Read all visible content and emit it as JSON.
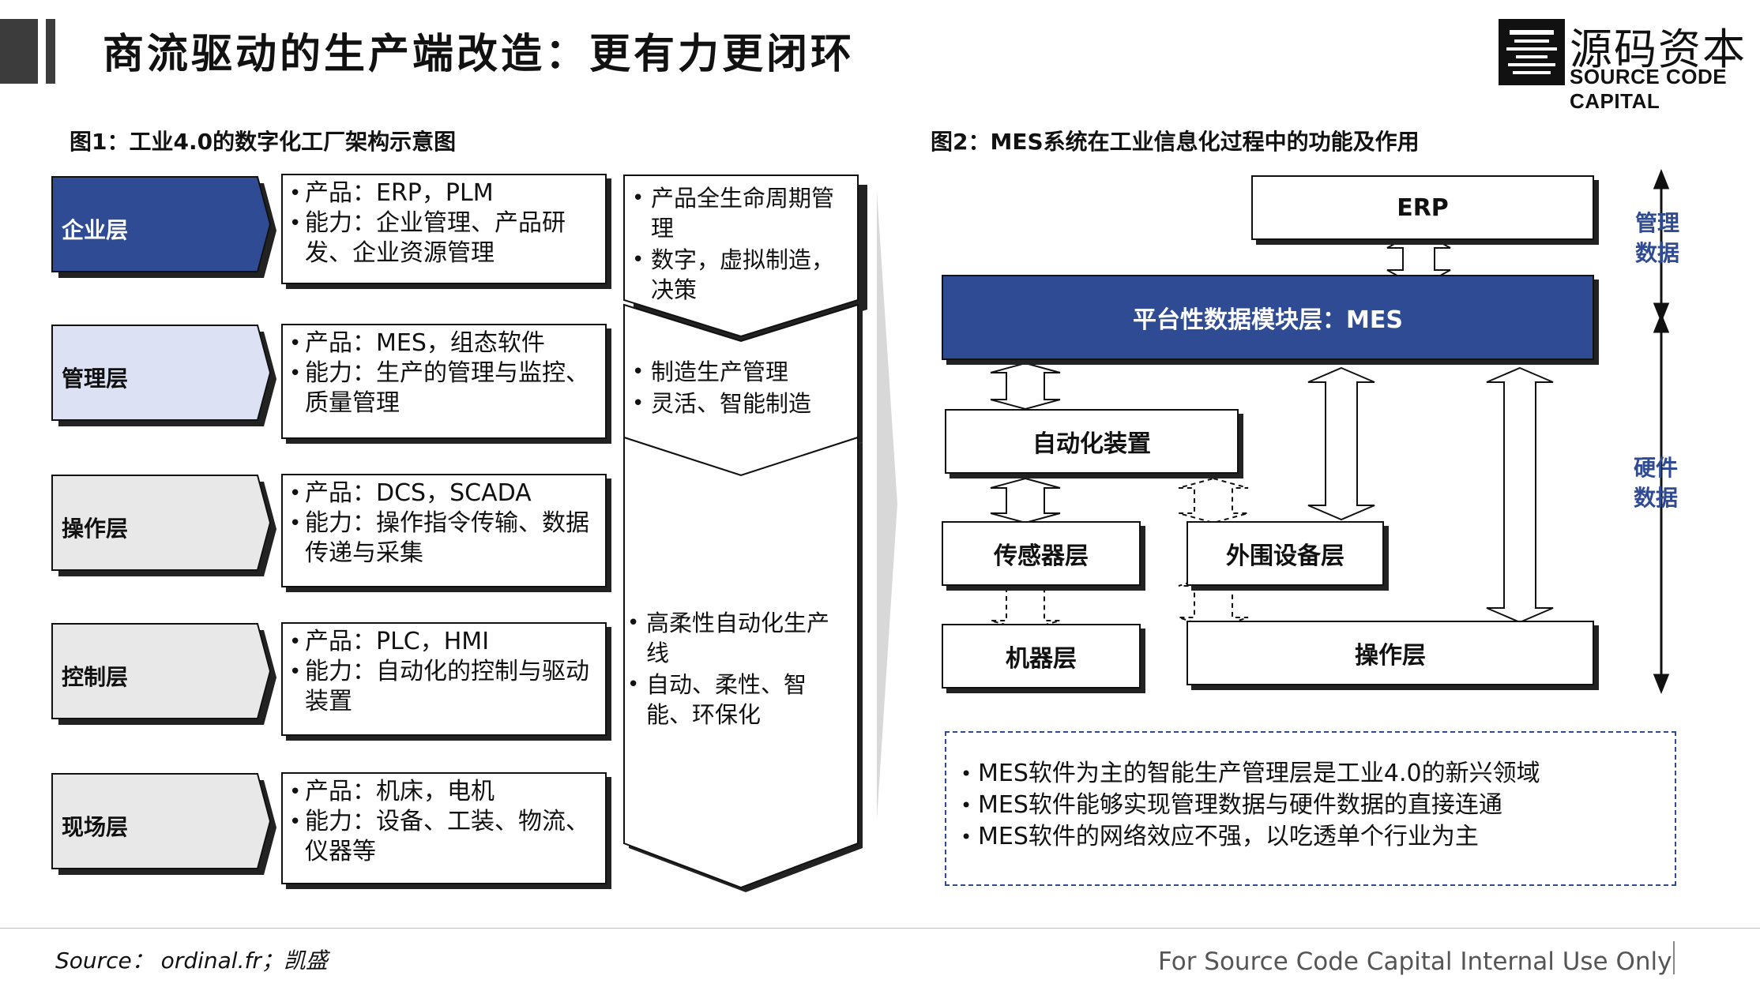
{
  "header": {
    "title": "商流驱动的生产端改造：更有力更闭环",
    "brand_zh": "源码资本",
    "brand_en": "SOURCE CODE CAPITAL"
  },
  "fig1": {
    "title": "图1：工业4.0的数字化工厂架构示意图",
    "layers": [
      {
        "label": "企业层",
        "fill": "#2e4b93",
        "text_color": "#ffffff",
        "items": [
          "产品：ERP，PLM",
          "能力：企业管理、产品研发、企业资源管理"
        ]
      },
      {
        "label": "管理层",
        "fill": "#dce2f3",
        "text_color": "#111111",
        "items": [
          "产品：MES，组态软件",
          "能力：生产的管理与监控、质量管理"
        ]
      },
      {
        "label": "操作层",
        "fill": "#e8e8e8",
        "text_color": "#111111",
        "items": [
          "产品：DCS，SCADA",
          "能力：操作指令传输、数据传递与采集"
        ]
      },
      {
        "label": "控制层",
        "fill": "#e8e8e8",
        "text_color": "#111111",
        "items": [
          "产品：PLC，HMI",
          "能力：自动化的控制与驱动装置"
        ]
      },
      {
        "label": "现场层",
        "fill": "#e8e8e8",
        "text_color": "#111111",
        "items": [
          "产品：机床，电机",
          "能力：设备、工装、物流、仪器等"
        ]
      }
    ],
    "features": [
      {
        "items": [
          "产品全生命周期管理",
          "数字，虚拟制造，决策"
        ]
      },
      {
        "items": [
          "制造生产管理",
          "灵活、智能制造"
        ]
      },
      {
        "items": [
          "高柔性自动化生产线",
          "自动、柔性、智能、环保化"
        ]
      }
    ]
  },
  "fig2": {
    "title": "图2：MES系统在工业信息化过程中的功能及作用",
    "erp": "ERP",
    "mes": "平台性数据模块层：MES",
    "automation": "自动化装置",
    "sensor": "传感器层",
    "peripheral": "外围设备层",
    "machine": "机器层",
    "operation": "操作层",
    "side_mgmt": "管理\n数据",
    "side_hw": "硬件\n数据",
    "notes": [
      "MES软件为主的智能生产管理层是工业4.0的新兴领域",
      "MES软件能够实现管理数据与硬件数据的直接连通",
      "MES软件的网络效应不强，以吃透单个行业为主"
    ]
  },
  "footer": {
    "source": "Source： ordinal.fr；凯盛",
    "disclaimer": "For Source Code Capital Internal Use Only"
  },
  "colors": {
    "accent": "#2e4b93",
    "light_accent": "#dce2f3"
  }
}
